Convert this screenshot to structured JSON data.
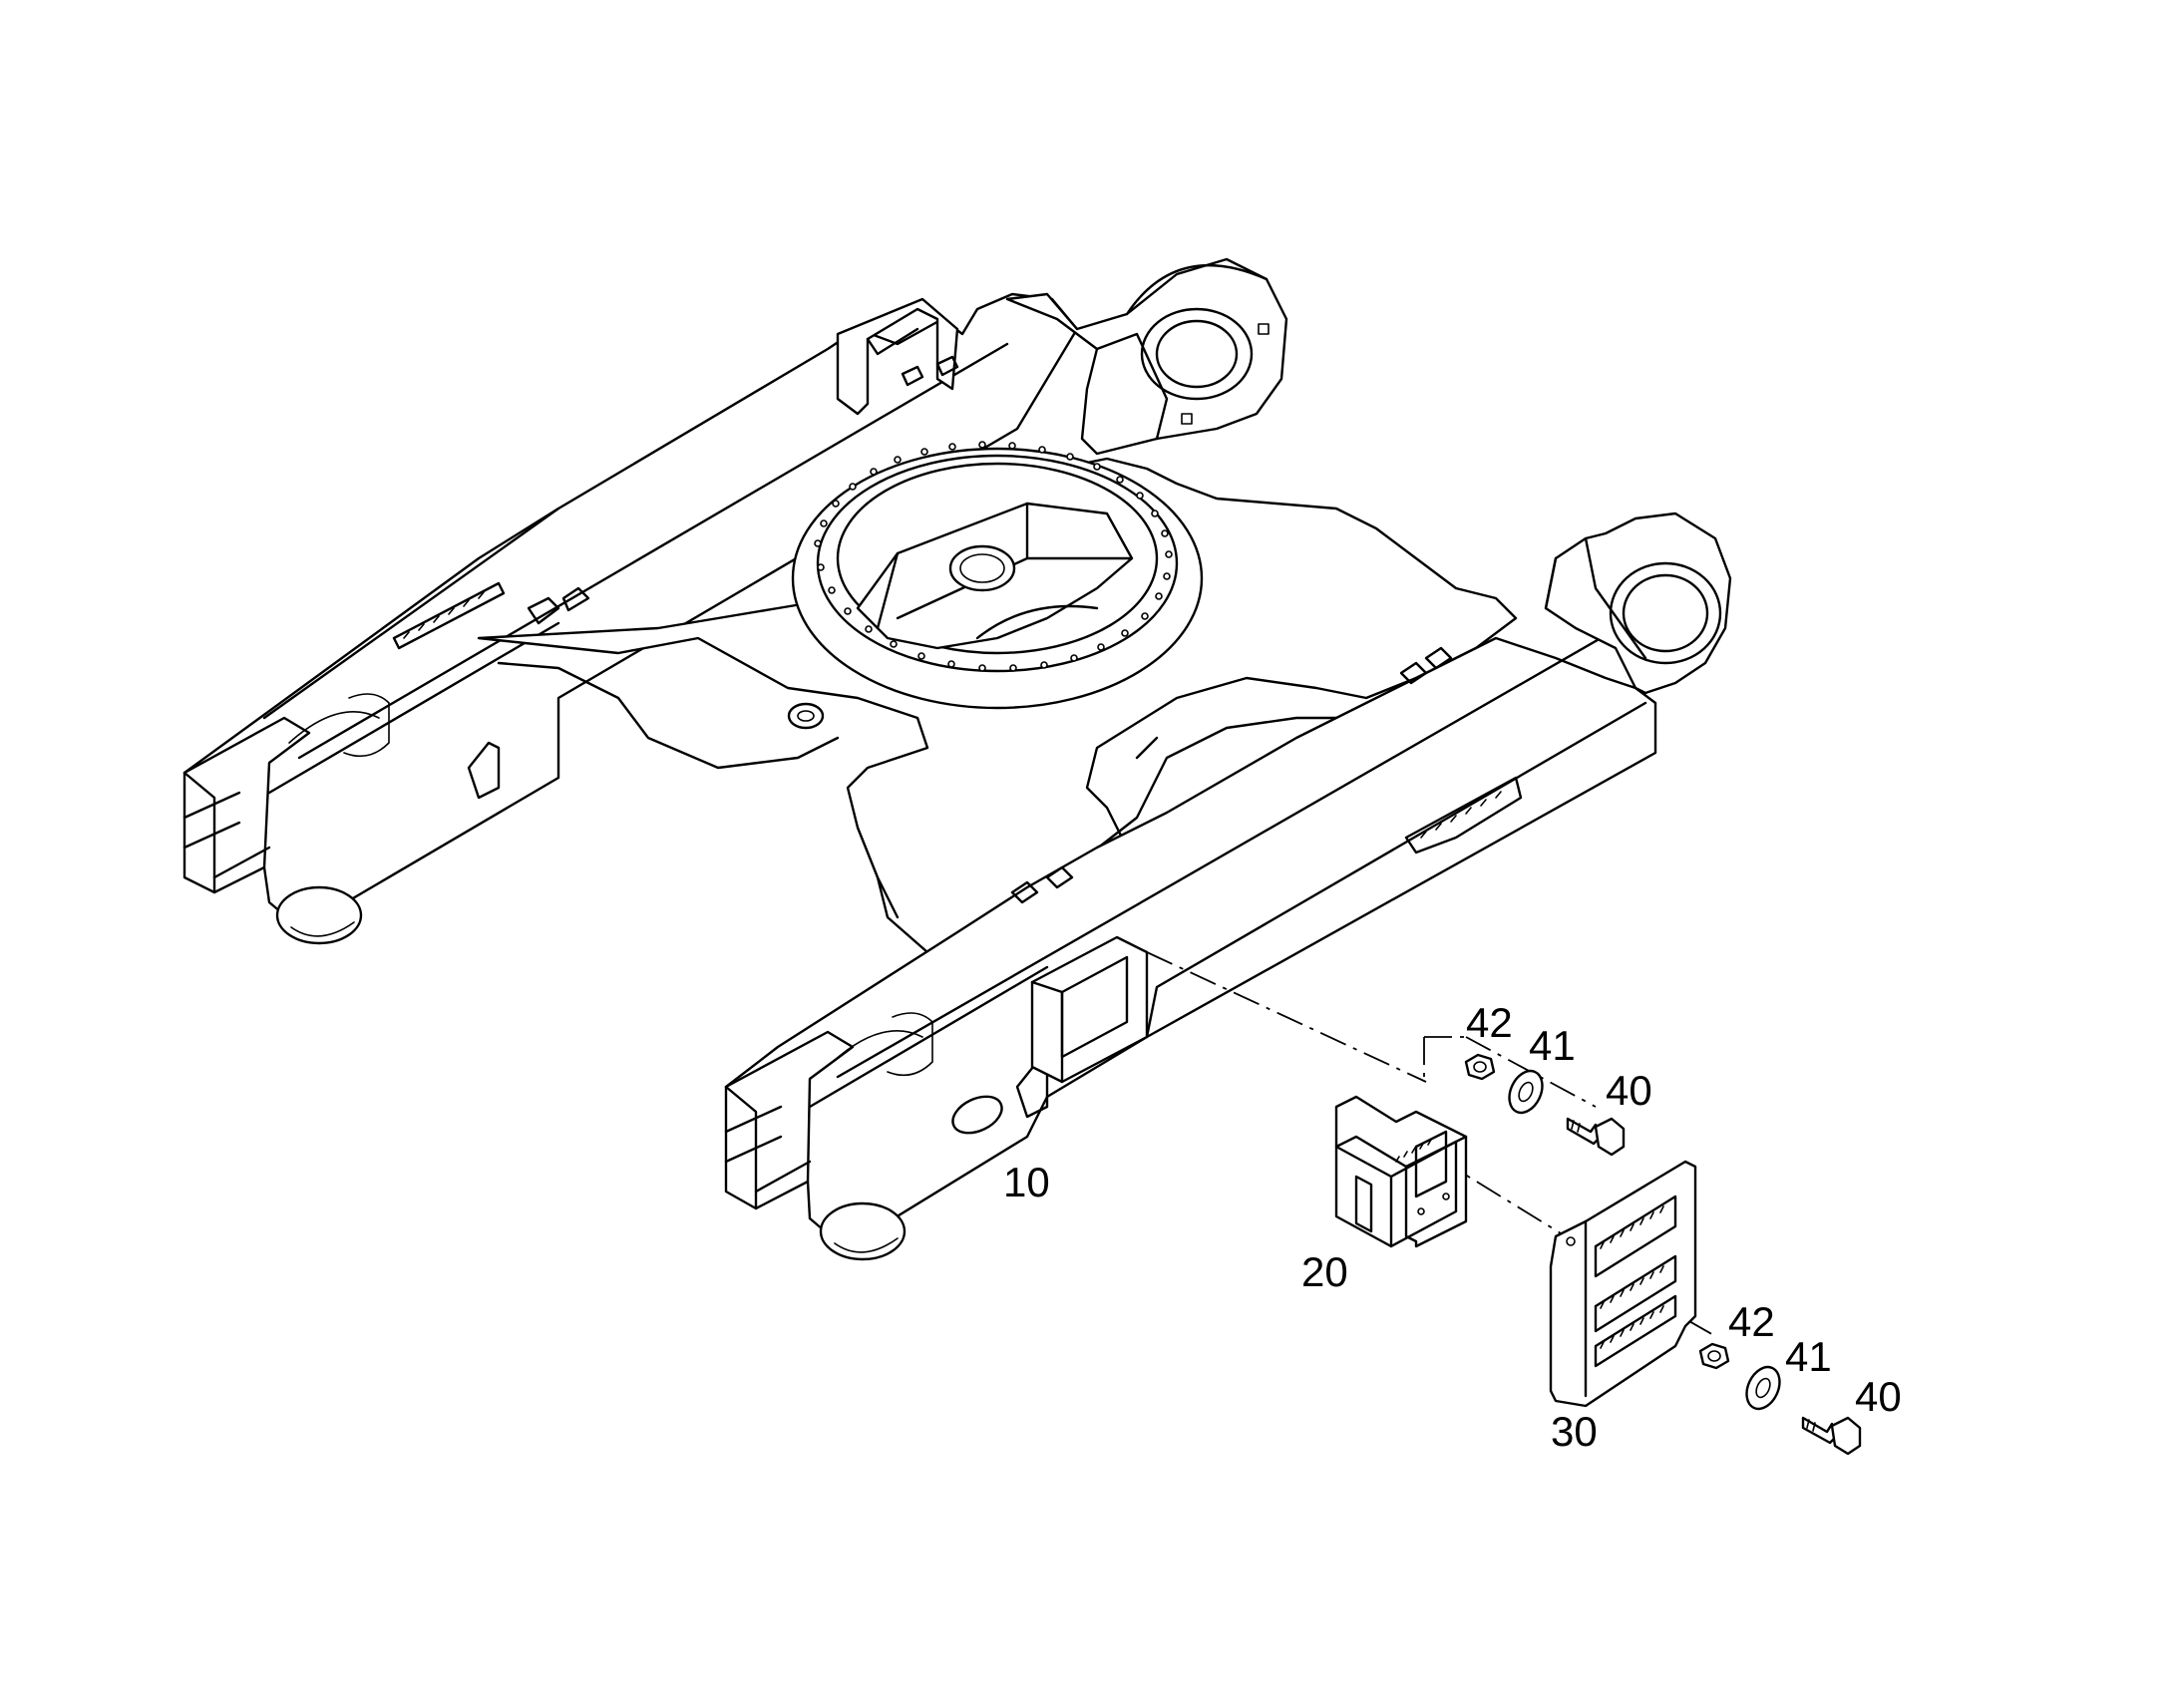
{
  "diagram": {
    "labels": {
      "frame": "10",
      "step_bracket": "20",
      "step_plate": "30",
      "bolt_upper": "40",
      "washer_upper": "41",
      "nut_upper": "42",
      "bolt_lower": "40",
      "washer_lower": "41",
      "nut_lower": "42"
    }
  }
}
